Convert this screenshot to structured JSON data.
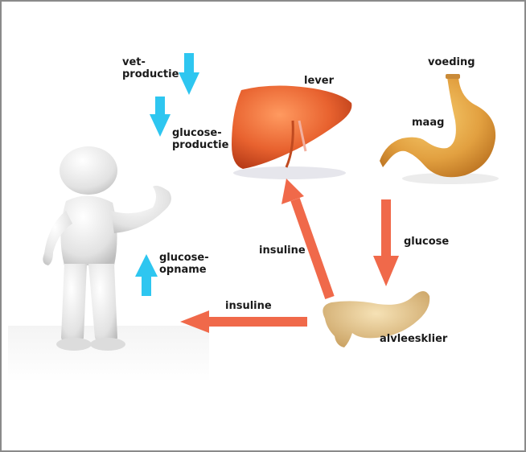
{
  "labels": {
    "vet_productie_1": "vet-",
    "vet_productie_2": "productie",
    "glucose_productie_1": "glucose-",
    "glucose_productie_2": "productie",
    "lever": "lever",
    "voeding": "voeding",
    "maag": "maag",
    "glucose": "glucose",
    "insuline_top": "insuline",
    "insuline_bottom": "insuline",
    "glucose_opname_1": "glucose-",
    "glucose_opname_2": "opname",
    "alvleesklier": "alvleesklier"
  },
  "colors": {
    "blue_arrow": "#2ec6f0",
    "red_arrow": "#f0694a",
    "liver": "#e8622f",
    "stomach": "#e2a040",
    "pancreas": "#e4c48a",
    "figure": "#e6e6e6"
  }
}
